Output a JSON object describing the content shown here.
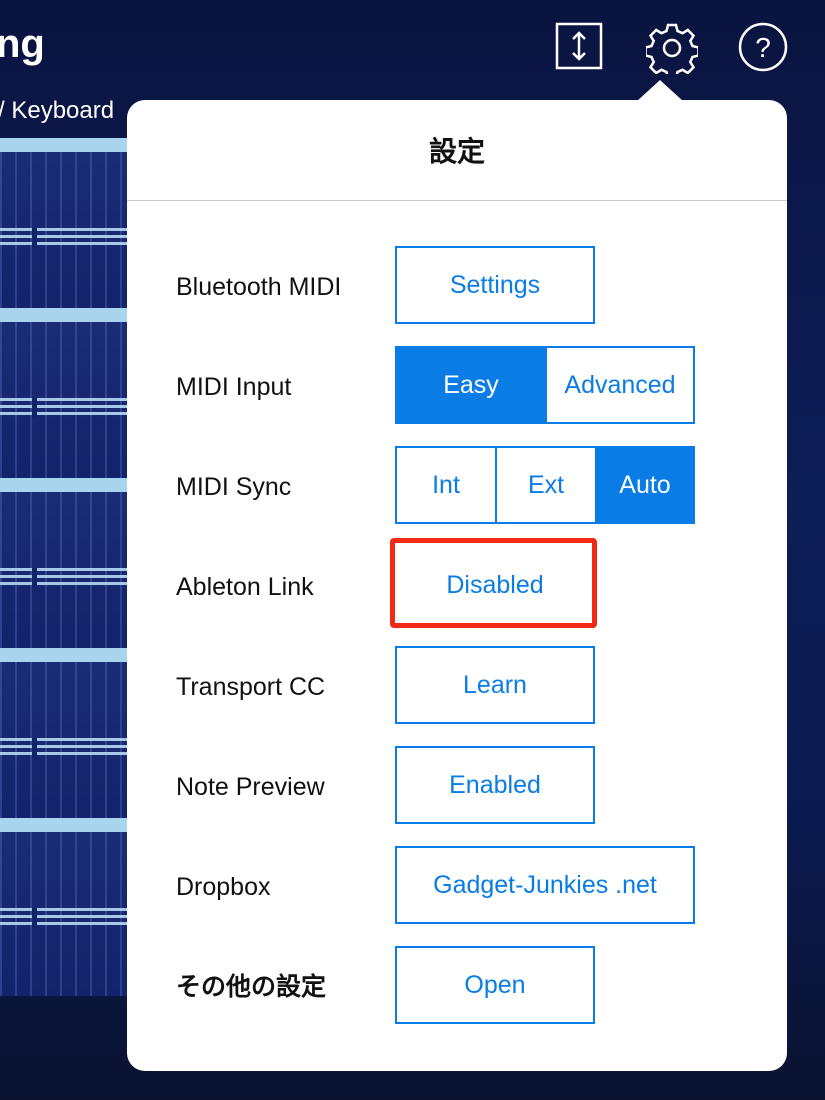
{
  "background": {
    "title_fragment": "ng",
    "subtitle_fragment": "/ Keyboard",
    "track_count": 5
  },
  "toolbar": {
    "icons": [
      "resize-vertical-icon",
      "gear-icon",
      "help-icon"
    ]
  },
  "settings": {
    "title": "設定",
    "rows": [
      {
        "label": "Bluetooth MIDI",
        "buttons": [
          {
            "label": "Settings",
            "active": false
          }
        ]
      },
      {
        "label": "MIDI Input",
        "buttons": [
          {
            "label": "Easy",
            "active": true
          },
          {
            "label": "Advanced",
            "active": false
          }
        ]
      },
      {
        "label": "MIDI Sync",
        "buttons": [
          {
            "label": "Int",
            "active": false
          },
          {
            "label": "Ext",
            "active": false
          },
          {
            "label": "Auto",
            "active": true
          }
        ]
      },
      {
        "label": "Ableton Link",
        "buttons": [
          {
            "label": "Disabled",
            "active": false,
            "highlighted": true
          }
        ]
      },
      {
        "label": "Transport CC",
        "buttons": [
          {
            "label": "Learn",
            "active": false
          }
        ]
      },
      {
        "label": "Note Preview",
        "buttons": [
          {
            "label": "Enabled",
            "active": false
          }
        ]
      },
      {
        "label": "Dropbox",
        "buttons": [
          {
            "label": "Gadget-Junkies .net",
            "active": false
          }
        ]
      },
      {
        "label": "その他の設定",
        "buttons": [
          {
            "label": "Open",
            "active": false
          }
        ]
      }
    ]
  },
  "colors": {
    "accent": "#0a7ce6",
    "highlight": "#f02a14",
    "background": "#0d1d57"
  }
}
